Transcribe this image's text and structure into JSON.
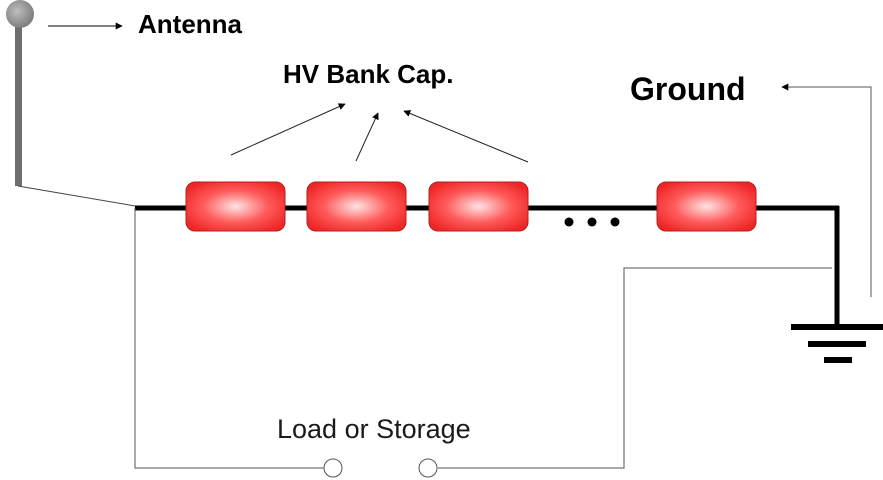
{
  "labels": {
    "antenna": "Antenna",
    "bank_caps": "HV Bank Cap.",
    "ground": "Ground",
    "load": "Load or Storage",
    "ellipsis": "• • •"
  },
  "components": {
    "capacitor_count_visible": 4
  },
  "colors": {
    "capacitor_fill": "#ff3b3b",
    "capacitor_highlight": "#ffe0e0",
    "capacitor_border": "#b81d1d",
    "wire": "#000000",
    "thin_wire": "#555555",
    "antenna_rod": "#6e6e6e",
    "antenna_tip": "#9a9a9a"
  }
}
